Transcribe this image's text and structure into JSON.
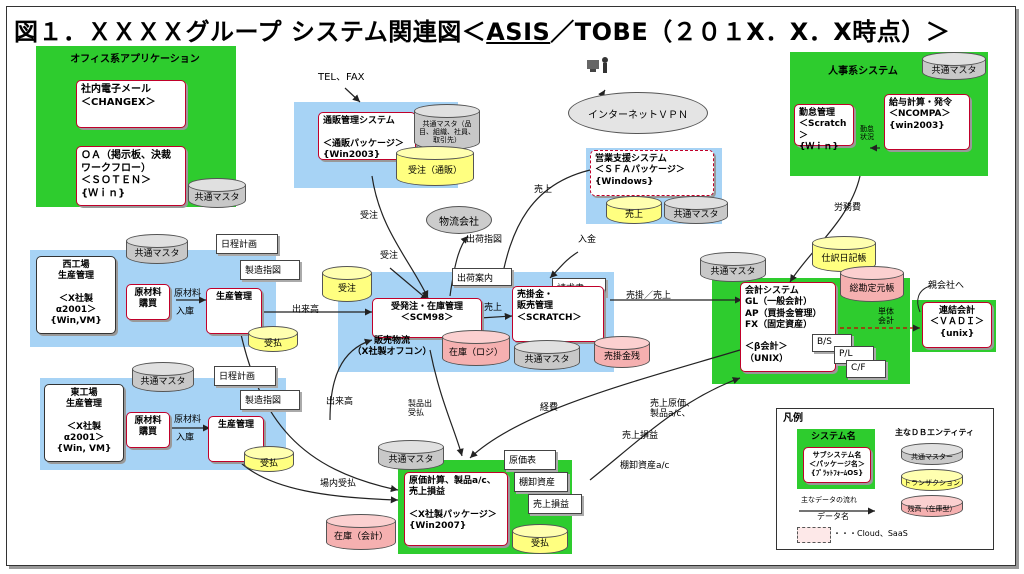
{
  "title": {
    "prefix": "図１．ＸＸＸＸグループ システム関連図＜",
    "asis": "ASIS",
    "suffix": "／TOBE（２０１X．X．X時点）＞"
  },
  "office": {
    "heading": "オフィス系アプリケーション",
    "mail": "社内電子メール\n＜CHANGEX＞",
    "oa": "ＯＡ（掲示板、決裁\nワークフロー）\n＜ＳＯＴＥＮ＞\n{Ｗｉｎ}",
    "master": "共通マスタ"
  },
  "tel": "TEL、FAX",
  "tsuhan": {
    "box": "通販管理システム\n\n＜通販パッケージ＞\n{Win2003}",
    "master": "共通マスタ（品目、組織、社員、取引先）",
    "order": "受注（通販）"
  },
  "internet": "インターネットＶＰＮ",
  "sfa": {
    "box": "営業支援システム\n＜ＳＦＡパッケージ＞\n{Windows}",
    "sales": "売上",
    "master": "共通マスタ"
  },
  "hr": {
    "heading": "人事系システム",
    "master": "共通マスタ",
    "kintai": "勤怠管理\n＜Scratch＞\n{Ｗｉｎ}",
    "kyuyo": "給与計算・発令\n＜NCOMPA＞\n{win2003}",
    "kintai_status": "勤怠\n状況"
  },
  "logistics": "物流会社",
  "nishi": {
    "heading": "西工場\n生産管理\n\n＜X社製\nα2001＞\n{Win,VM}",
    "master": "共通マスタ",
    "plan": "日程計画",
    "instr": "製造指図",
    "material": "原材料\n購買",
    "prod": "生産管理",
    "receipt": "受払",
    "mat_label": "原材料",
    "in_label": "入庫"
  },
  "higashi": {
    "heading": "東工場\n生産管理\n\n＜X社製\nα2001＞\n{Win, VM}",
    "master": "共通マスタ",
    "plan": "日程計画",
    "instr": "製造指図",
    "material": "原材料\n購買",
    "prod": "生産管理",
    "receipt": "受払",
    "mat_label": "原材料",
    "in_label": "入庫"
  },
  "hanbai": {
    "order": "受注",
    "ship_info": "出荷案内",
    "juchu": "受発注・在庫管理\n＜SCM98＞",
    "label": "販売物流\n（X社製オフコン）",
    "stock": "在庫（ロジ）",
    "seikyu": "請求書",
    "urikake": "売掛金・\n販売管理\n＜SCRATCH＞",
    "master": "共通マスタ",
    "zandaka": "売掛金残"
  },
  "kaikei": {
    "master": "共通マスタ",
    "shiwake": "仕訳日記帳",
    "kotei": "総勘定元帳",
    "box": "会計システム\nGL（一般会計）\nAP（買掛金管理）\nFX（固定資産）\n\n＜β会計＞\n（UNIX）",
    "bs": "B/S",
    "pl": "P/L",
    "cf": "C/F",
    "tan": "単体\n会計"
  },
  "renketsu": {
    "box": "連結会計\n＜ＶＡＤＩ＞\n{unix}",
    "note": "親会社へ"
  },
  "genka": {
    "master": "共通マスタ",
    "box": "原価計算、製品a/c、\n売上損益\n\n＜X社製パッケージ＞\n{Win2007}",
    "genkahyo": "原価表",
    "tanaoroshi": "棚卸資産",
    "soneki": "売上損益",
    "receipt": "受払",
    "stock": "在庫（会計）"
  },
  "edges": {
    "juchu1": "受注",
    "juchu2": "受注",
    "shukka": "出荷指図",
    "nyukin": "入金",
    "uriage1": "売上",
    "uriage2": "売上",
    "urikake": "売掛／売上",
    "dekidaka1": "出来高",
    "dekidaka2": "出来高",
    "seizo": "製品出\n受払",
    "keihi": "経費",
    "genka_ac": "売上原価、\n製品a/c、",
    "soneki": "売上損益",
    "tanaoroshi": "棚卸資産a/c",
    "nai": "場内受払",
    "romuhi": "労務費"
  },
  "legend": {
    "heading": "凡例",
    "sys": "システム名",
    "sub": "サブシステム名\n＜パッケージ名＞\n{ﾌﾟﾗｯﾄﾌｫｰﾑOS}",
    "db_heading": "主なＤＢエンティティ",
    "master": "共通マスター",
    "trans": "トランザクション",
    "stock": "残高（在庫型）",
    "flow": "主なデータの流れ",
    "data": "データ名",
    "cloud": "・・・Cloud、SaaS"
  }
}
